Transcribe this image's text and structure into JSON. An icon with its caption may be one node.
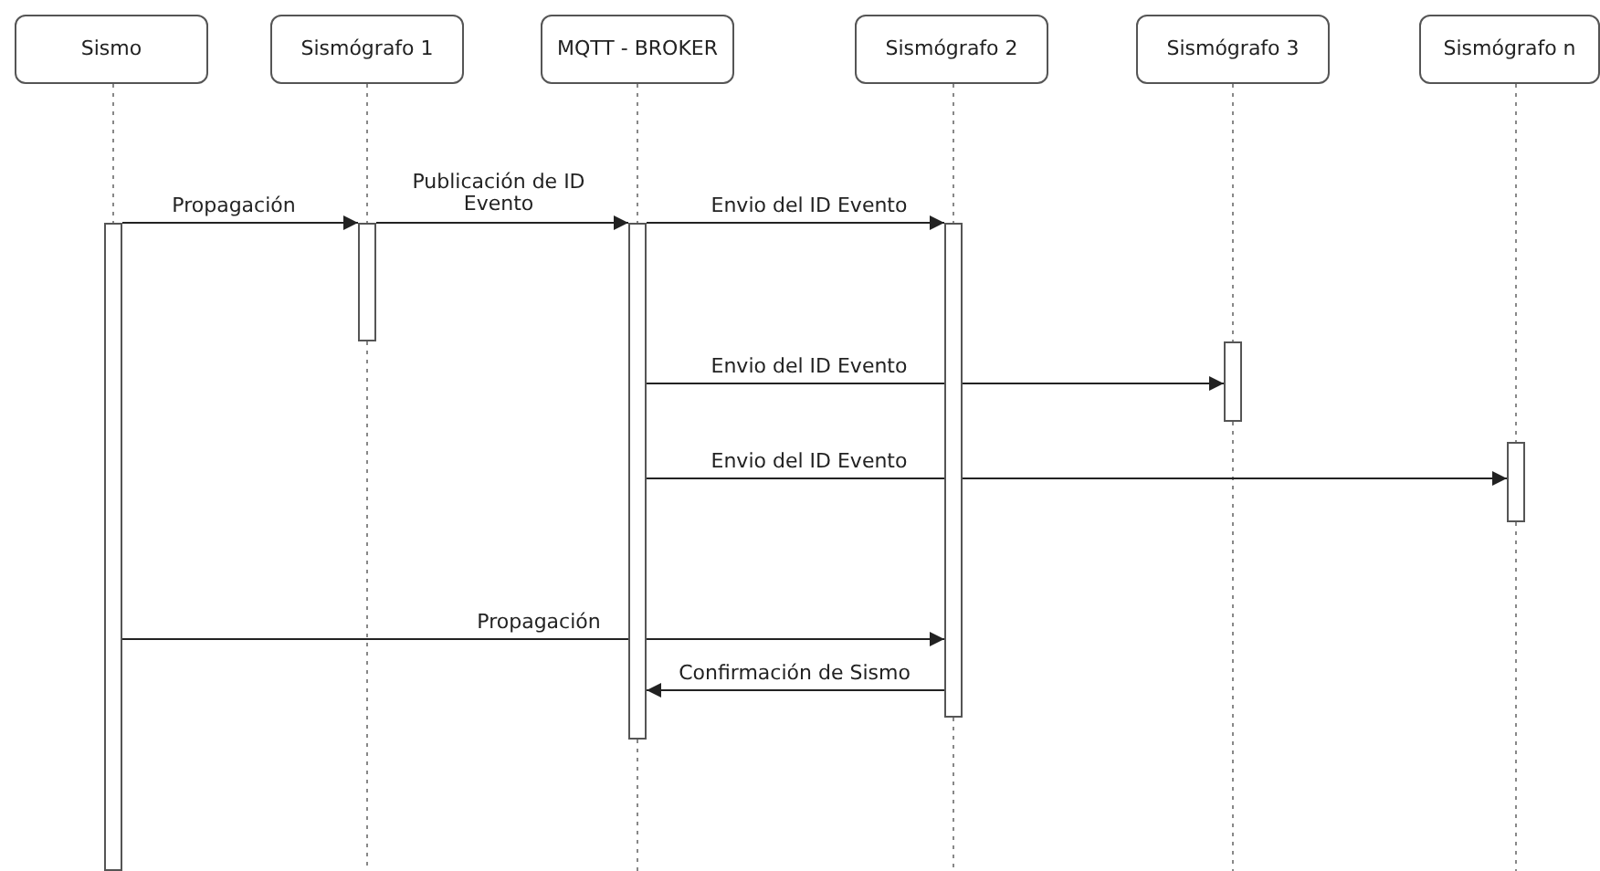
{
  "diagram": {
    "nodes": [
      {
        "text": [
          "Sismo"
        ]
      },
      {
        "text": [
          "Sismógrafo 1"
        ]
      },
      {
        "text": [
          "MQTT - BROKER"
        ]
      },
      {
        "text": [
          "Sismógrafo 2"
        ]
      },
      {
        "text": [
          "Sismógrafo 3"
        ]
      },
      {
        "text": [
          "Sismógrafo n"
        ]
      },
      {
        "text": [],
        "shape": "bar"
      },
      {
        "text": [],
        "shape": "bar"
      },
      {
        "text": [],
        "shape": "bar"
      },
      {
        "text": [],
        "shape": "bar"
      },
      {
        "text": [],
        "shape": "bar"
      },
      {
        "text": [],
        "shape": "bar"
      }
    ],
    "edges": [
      {
        "from": 6,
        "to": 7,
        "arrow": "to",
        "label": "Propagación"
      },
      {
        "from": 7,
        "to": 8,
        "arrow": "to",
        "label": "Publicación de ID Evento"
      },
      {
        "from": 8,
        "to": 9,
        "arrow": "to",
        "label": "Envio del ID Evento"
      },
      {
        "from": 8,
        "to": 10,
        "arrow": "to",
        "label": "Envio del ID Evento"
      },
      {
        "from": 8,
        "to": 11,
        "arrow": "to",
        "label": "Envio del ID Evento"
      },
      {
        "from": 6,
        "to": 9,
        "arrow": "to",
        "label": "Propagación"
      },
      {
        "from": 9,
        "to": 8,
        "arrow": "to",
        "label": "Confirmación de Sismo"
      },
      {
        "from": 0,
        "to": 6,
        "arrow": "none",
        "style": "dashed",
        "color": "#888888"
      },
      {
        "from": 1,
        "to": 7,
        "arrow": "none",
        "style": "dashed",
        "color": "#888888"
      },
      {
        "from": 2,
        "to": 8,
        "arrow": "none",
        "style": "dashed",
        "color": "#888888"
      },
      {
        "from": 3,
        "to": 9,
        "arrow": "none",
        "style": "dashed",
        "color": "#888888"
      },
      {
        "from": 4,
        "to": 10,
        "arrow": "none",
        "style": "dashed",
        "color": "#888888"
      },
      {
        "from": 5,
        "to": 11,
        "arrow": "none",
        "style": "dashed",
        "color": "#888888"
      }
    ]
  }
}
